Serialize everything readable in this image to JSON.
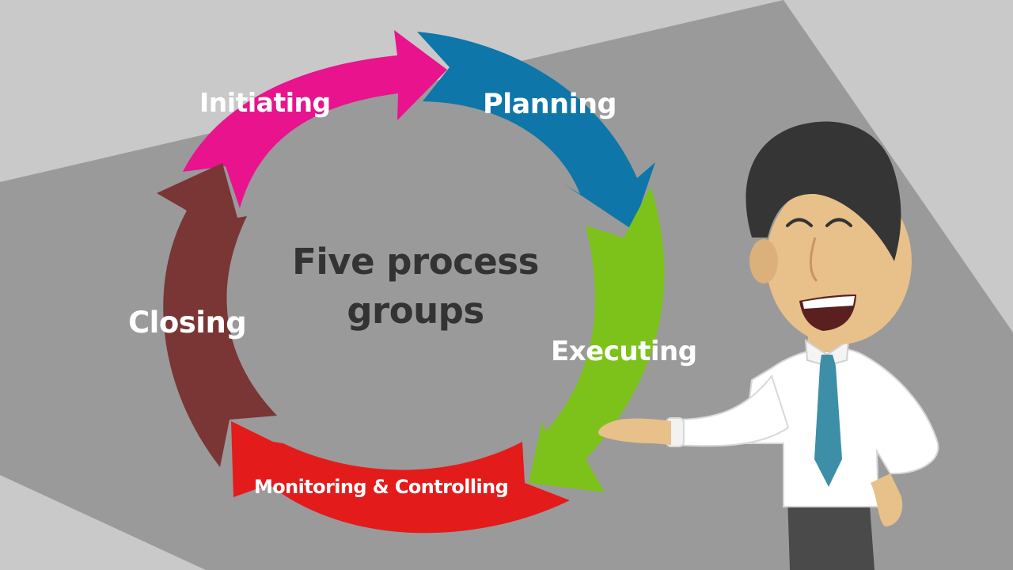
{
  "diagram": {
    "center_title": {
      "line1": "Five process",
      "line2": "groups"
    },
    "stages": [
      {
        "name": "Initiating",
        "color": "#e8138d"
      },
      {
        "name": "Planning",
        "color": "#0e76a8"
      },
      {
        "name": "Executing",
        "color": "#7cc21a"
      },
      {
        "name": "Monitoring & Controlling",
        "color": "#e31b1b"
      },
      {
        "name": "Closing",
        "color": "#7a3535"
      }
    ]
  },
  "colors": {
    "background_light": "#c8c9c8",
    "background_dark": "#9a9a9a",
    "text_dark": "#333333",
    "shirt": "#ffffff",
    "tie": "#3d8fa8",
    "skin": "#e8c08a",
    "hair": "#353535",
    "trousers": "#4a4a4a"
  }
}
